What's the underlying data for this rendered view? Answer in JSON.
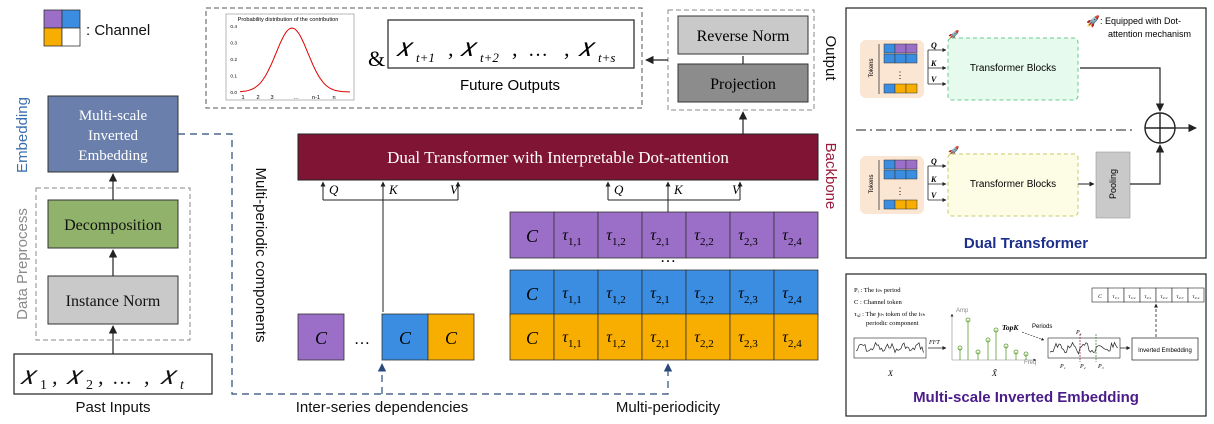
{
  "legend": {
    "channel_label": ": Channel"
  },
  "inputs": {
    "past_formula": {
      "x": "𝑥",
      "subs": [
        "1",
        "2",
        "t"
      ],
      "ellipsis": "…"
    },
    "past_label": "Past Inputs"
  },
  "preprocess": {
    "section_label": "Data Preprocess",
    "instance_norm": "Instance Norm",
    "decomposition": "Decomposition"
  },
  "embedding": {
    "section_label": "Embedding",
    "line1": "Multi-scale",
    "line2": "Inverted",
    "line3": "Embedding"
  },
  "multi_periodic_label": "Multi-periodic components",
  "backbone": {
    "title": "Dual Transformer with Interpretable Dot-attention",
    "section_label": "Backbone",
    "qkv": [
      "Q",
      "K",
      "V"
    ]
  },
  "tokens": {
    "channel_token": "C",
    "ellipsis": "…",
    "vertical_ellipsis": "⋮",
    "tau": "τ",
    "subs": [
      "1,1",
      "1,2",
      "2,1",
      "2,2",
      "2,3",
      "2,4"
    ],
    "colors": {
      "purple": "#9B6FC7",
      "blue": "#3A8DE0",
      "orange": "#F8AE00"
    }
  },
  "bottom_labels": {
    "inter_series": "Inter-series dependencies",
    "multi_periodicity": "Multi-periodicity"
  },
  "output": {
    "section_label": "Output",
    "reverse_norm": "Reverse Norm",
    "projection": "Projection"
  },
  "future": {
    "ampersand": "&",
    "x": "𝑥",
    "subs": [
      "t+1",
      "t+2",
      "t+s"
    ],
    "ellipsis": "…",
    "label": "Future Outputs"
  },
  "prob_chart": {
    "title": "Probability distribution of the contribution",
    "yticks": [
      "0.4",
      "0.3",
      "0.2",
      "0.1",
      "0.0"
    ],
    "xticks": [
      "1",
      "2",
      "3",
      "…",
      "n-1",
      "n"
    ]
  },
  "dual_transformer": {
    "title": "Dual Transformer",
    "note_line1": ": Equipped with Dot-",
    "note_line2": "attention mechanism",
    "transformer_blocks": "Transformer Blocks",
    "tokens_label": "Tokens",
    "pooling": "Pooling",
    "qkv": [
      "Q",
      "K",
      "V"
    ]
  },
  "msie": {
    "title": "Multi-scale Inverted Embedding",
    "legend": [
      "Pᵢ : The iₜₕ period",
      "C : Channel token",
      "τᵢ,ⱼ : The jₜₕ token of the iₜₕ",
      "periodic component"
    ],
    "amp": "Amp",
    "freq": "Freq",
    "fft": "FFT",
    "topk": "TopK",
    "periods": "Periods",
    "x_label": "X",
    "x_tilde": "X̃",
    "p_labels": [
      "P₁",
      "P₂",
      "P₃"
    ],
    "inverted_embedding": "Inverted Embedding",
    "tokens": [
      "C",
      "τ₁,₁",
      "τ₁,₂",
      "τ₂,₁",
      "τ₂,₂",
      "τ₂,₃",
      "τ₂,₄"
    ]
  }
}
